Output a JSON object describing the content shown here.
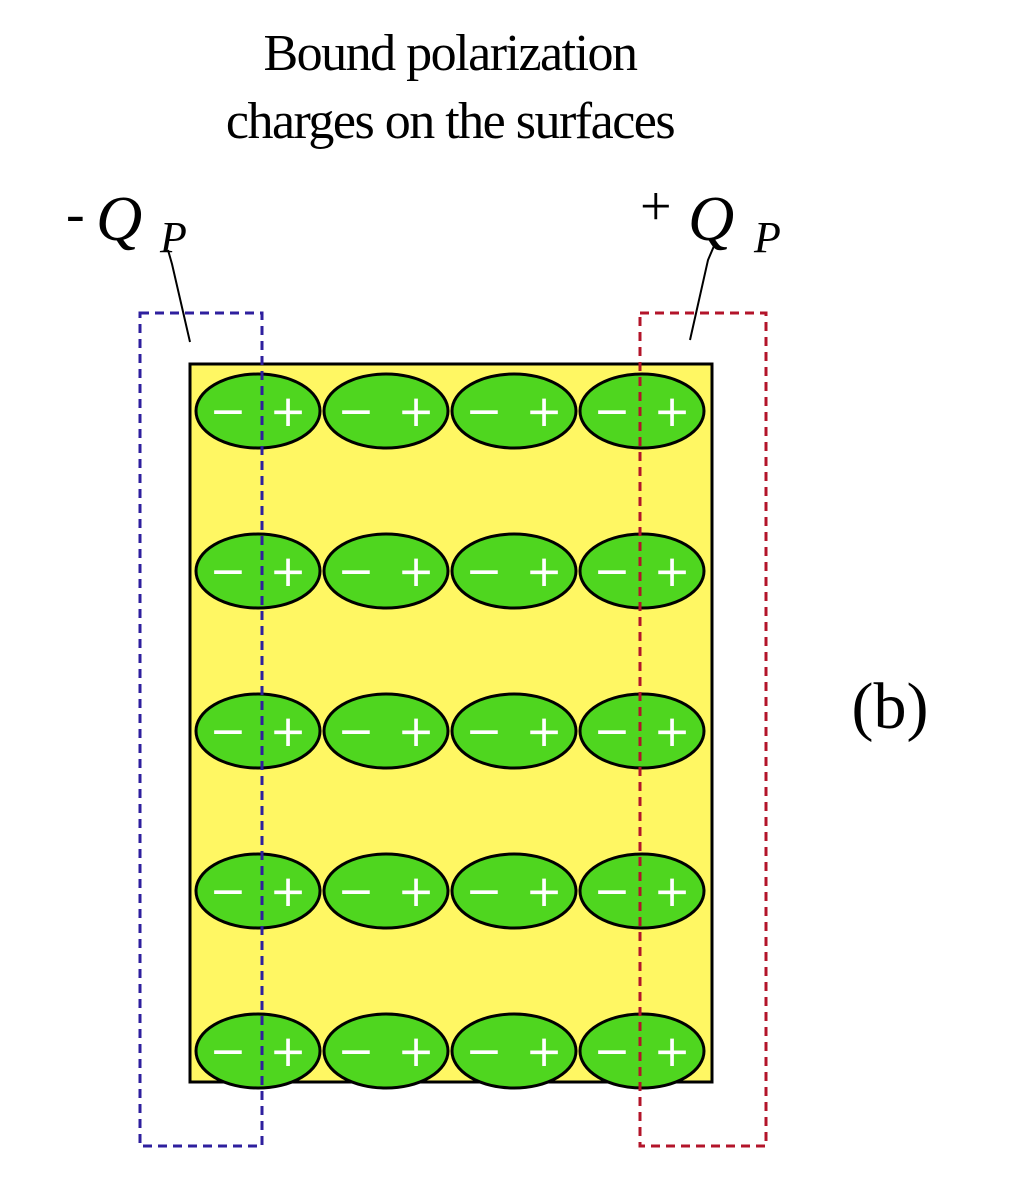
{
  "title": {
    "line1": "Bound polarization",
    "line2": "charges on the surfaces"
  },
  "left_charge": {
    "sign": "-",
    "symbol": "Q",
    "subscript": "P"
  },
  "right_charge": {
    "sign": "+",
    "symbol": "Q",
    "subscript": "P"
  },
  "panel_label": "(b)",
  "dipole_grid": {
    "rows": 5,
    "columns": 4,
    "negative_symbol": "−",
    "positive_symbol": "+"
  },
  "colors": {
    "dielectric_fill": "#fff763",
    "dipole_fill": "#4fd61f",
    "left_box_stroke": "#2e1f9e",
    "right_box_stroke": "#b3142a"
  }
}
